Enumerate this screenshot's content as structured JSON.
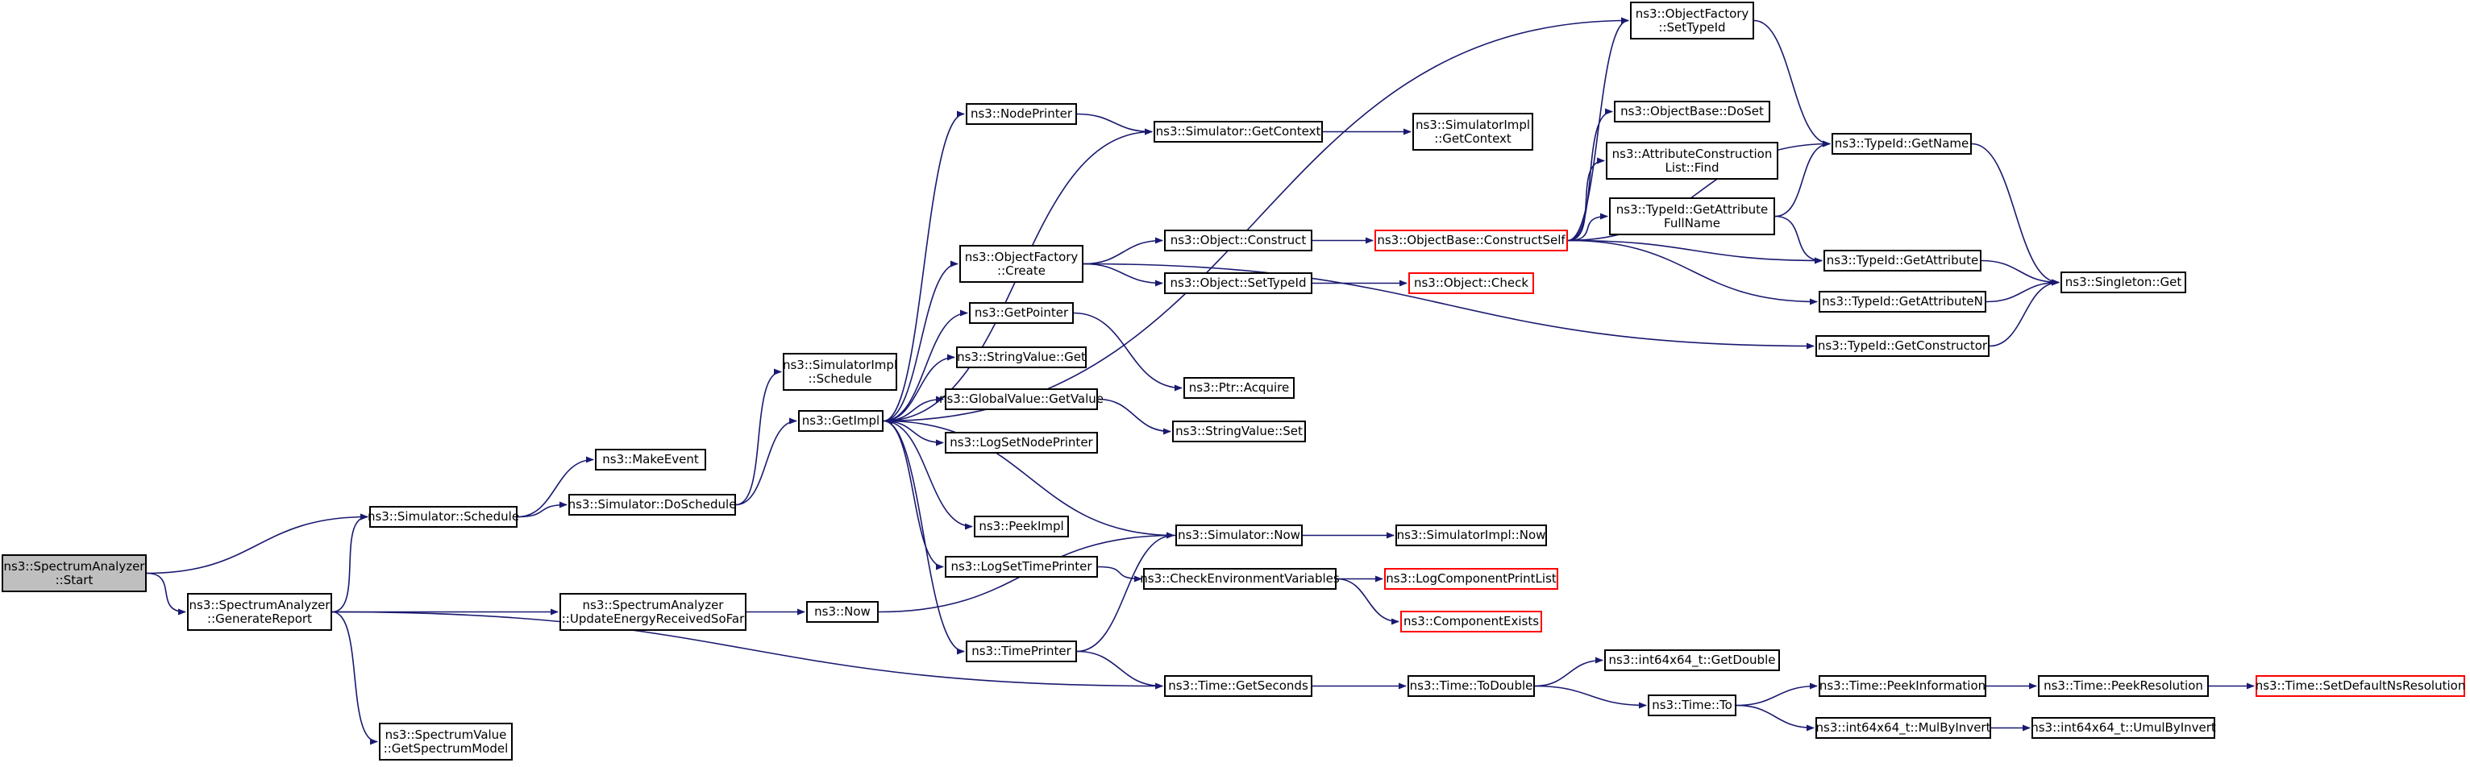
{
  "colors": {
    "edge": "#191970",
    "border": "#000000",
    "truncated_border": "#ff0000",
    "root_fill": "#bfbfbf"
  },
  "nodes": [
    {
      "id": "start",
      "lines": [
        "ns3::SpectrumAnalyzer",
        "::Start"
      ],
      "root": true
    },
    {
      "id": "schedule",
      "lines": [
        "ns3::Simulator::Schedule"
      ]
    },
    {
      "id": "genreport",
      "lines": [
        "ns3::SpectrumAnalyzer",
        "::GenerateReport"
      ]
    },
    {
      "id": "makeevent",
      "lines": [
        "ns3::MakeEvent"
      ]
    },
    {
      "id": "doschedule",
      "lines": [
        "ns3::Simulator::DoSchedule"
      ]
    },
    {
      "id": "updateenergy",
      "lines": [
        "ns3::SpectrumAnalyzer",
        "::UpdateEnergyReceivedSoFar"
      ]
    },
    {
      "id": "getspectrummodel",
      "lines": [
        "ns3::SpectrumValue",
        "::GetSpectrumModel"
      ]
    },
    {
      "id": "implschedule",
      "lines": [
        "ns3::SimulatorImpl",
        "::Schedule"
      ]
    },
    {
      "id": "getimpl",
      "lines": [
        "ns3::GetImpl"
      ]
    },
    {
      "id": "now",
      "lines": [
        "ns3::Now"
      ]
    },
    {
      "id": "nodeprinter",
      "lines": [
        "ns3::NodePrinter"
      ]
    },
    {
      "id": "ofcreate",
      "lines": [
        "ns3::ObjectFactory",
        "::Create"
      ]
    },
    {
      "id": "getpointer",
      "lines": [
        "ns3::GetPointer"
      ]
    },
    {
      "id": "stringvalueget",
      "lines": [
        "ns3::StringValue::Get"
      ]
    },
    {
      "id": "globalvalueget",
      "lines": [
        "ns3::GlobalValue::GetValue"
      ]
    },
    {
      "id": "logsetnodeprinter",
      "lines": [
        "ns3::LogSetNodePrinter"
      ]
    },
    {
      "id": "peekimpl",
      "lines": [
        "ns3::PeekImpl"
      ]
    },
    {
      "id": "logsettimeprinter",
      "lines": [
        "ns3::LogSetTimePrinter"
      ]
    },
    {
      "id": "timeprinter",
      "lines": [
        "ns3::TimePrinter"
      ]
    },
    {
      "id": "getcontext",
      "lines": [
        "ns3::Simulator::GetContext"
      ]
    },
    {
      "id": "objconstruct",
      "lines": [
        "ns3::Object::Construct"
      ]
    },
    {
      "id": "objsettypeid",
      "lines": [
        "ns3::Object::SetTypeId"
      ]
    },
    {
      "id": "ptracquire",
      "lines": [
        "ns3::Ptr::Acquire"
      ]
    },
    {
      "id": "stringvalueset",
      "lines": [
        "ns3::StringValue::Set"
      ]
    },
    {
      "id": "simnow",
      "lines": [
        "ns3::Simulator::Now"
      ]
    },
    {
      "id": "checkenv",
      "lines": [
        "ns3::CheckEnvironmentVariables"
      ]
    },
    {
      "id": "getseconds",
      "lines": [
        "ns3::Time::GetSeconds"
      ]
    },
    {
      "id": "implgetcontext",
      "lines": [
        "ns3::SimulatorImpl",
        "::GetContext"
      ]
    },
    {
      "id": "constructself",
      "lines": [
        "ns3::ObjectBase::ConstructSelf"
      ],
      "truncated": true
    },
    {
      "id": "objcheck",
      "lines": [
        "ns3::Object::Check"
      ],
      "truncated": true
    },
    {
      "id": "implnow",
      "lines": [
        "ns3::SimulatorImpl::Now"
      ]
    },
    {
      "id": "logcomponentprintlist",
      "lines": [
        "ns3::LogComponentPrintList"
      ],
      "truncated": true
    },
    {
      "id": "componentexists",
      "lines": [
        "ns3::ComponentExists"
      ],
      "truncated": true
    },
    {
      "id": "todouble",
      "lines": [
        "ns3::Time::ToDouble"
      ]
    },
    {
      "id": "ofsettypeid",
      "lines": [
        "ns3::ObjectFactory",
        "::SetTypeId"
      ]
    },
    {
      "id": "objectbasedoset",
      "lines": [
        "ns3::ObjectBase::DoSet"
      ]
    },
    {
      "id": "attrconstructionfind",
      "lines": [
        "ns3::AttributeConstruction",
        "List::Find"
      ]
    },
    {
      "id": "getattributefullname",
      "lines": [
        "ns3::TypeId::GetAttribute",
        "FullName"
      ]
    },
    {
      "id": "int64getdouble",
      "lines": [
        "ns3::int64x64_t::GetDouble"
      ]
    },
    {
      "id": "timeto",
      "lines": [
        "ns3::Time::To"
      ]
    },
    {
      "id": "typeidgetname",
      "lines": [
        "ns3::TypeId::GetName"
      ]
    },
    {
      "id": "typeidgetattribute",
      "lines": [
        "ns3::TypeId::GetAttribute"
      ]
    },
    {
      "id": "typeidgetattributen",
      "lines": [
        "ns3::TypeId::GetAttributeN"
      ]
    },
    {
      "id": "typeidgetconstructor",
      "lines": [
        "ns3::TypeId::GetConstructor"
      ]
    },
    {
      "id": "peekinformation",
      "lines": [
        "ns3::Time::PeekInformation"
      ]
    },
    {
      "id": "mulbyinvert",
      "lines": [
        "ns3::int64x64_t::MulByInvert"
      ]
    },
    {
      "id": "singletonget",
      "lines": [
        "ns3::Singleton::Get"
      ]
    },
    {
      "id": "peekresolution",
      "lines": [
        "ns3::Time::PeekResolution"
      ]
    },
    {
      "id": "umulbyinvert",
      "lines": [
        "ns3::int64x64_t::UmulByInvert"
      ]
    },
    {
      "id": "setdefaultnsresolution",
      "lines": [
        "ns3::Time::SetDefaultNsResolution"
      ],
      "truncated": true
    }
  ],
  "edges": [
    [
      "start",
      "schedule"
    ],
    [
      "start",
      "genreport"
    ],
    [
      "genreport",
      "schedule"
    ],
    [
      "genreport",
      "updateenergy"
    ],
    [
      "genreport",
      "getspectrummodel"
    ],
    [
      "genreport",
      "getseconds"
    ],
    [
      "schedule",
      "makeevent"
    ],
    [
      "schedule",
      "doschedule"
    ],
    [
      "doschedule",
      "implschedule"
    ],
    [
      "doschedule",
      "getimpl"
    ],
    [
      "updateenergy",
      "now"
    ],
    [
      "now",
      "simnow"
    ],
    [
      "getimpl",
      "nodeprinter"
    ],
    [
      "getimpl",
      "getcontext"
    ],
    [
      "getimpl",
      "ofsettypeid"
    ],
    [
      "getimpl",
      "ofcreate"
    ],
    [
      "getimpl",
      "getpointer"
    ],
    [
      "getimpl",
      "stringvalueget"
    ],
    [
      "getimpl",
      "globalvalueget"
    ],
    [
      "getimpl",
      "logsetnodeprinter"
    ],
    [
      "getimpl",
      "peekimpl"
    ],
    [
      "getimpl",
      "logsettimeprinter"
    ],
    [
      "getimpl",
      "timeprinter"
    ],
    [
      "simnow",
      "getimpl"
    ],
    [
      "simnow",
      "implnow"
    ],
    [
      "nodeprinter",
      "getcontext"
    ],
    [
      "getcontext",
      "implgetcontext"
    ],
    [
      "ofcreate",
      "objconstruct"
    ],
    [
      "ofcreate",
      "objsettypeid"
    ],
    [
      "ofcreate",
      "typeidgetconstructor"
    ],
    [
      "getpointer",
      "ptracquire"
    ],
    [
      "globalvalueget",
      "stringvalueset"
    ],
    [
      "logsettimeprinter",
      "checkenv"
    ],
    [
      "timeprinter",
      "simnow"
    ],
    [
      "timeprinter",
      "getseconds"
    ],
    [
      "checkenv",
      "logcomponentprintlist"
    ],
    [
      "checkenv",
      "componentexists"
    ],
    [
      "getseconds",
      "todouble"
    ],
    [
      "objconstruct",
      "constructself"
    ],
    [
      "objsettypeid",
      "objcheck"
    ],
    [
      "constructself",
      "ofsettypeid"
    ],
    [
      "constructself",
      "objectbasedoset"
    ],
    [
      "constructself",
      "attrconstructionfind"
    ],
    [
      "constructself",
      "getattributefullname"
    ],
    [
      "constructself",
      "typeidgetname"
    ],
    [
      "constructself",
      "typeidgetattribute"
    ],
    [
      "constructself",
      "typeidgetattributen"
    ],
    [
      "ofsettypeid",
      "typeidgetname"
    ],
    [
      "getattributefullname",
      "typeidgetname"
    ],
    [
      "getattributefullname",
      "typeidgetattribute"
    ],
    [
      "typeidgetname",
      "singletonget"
    ],
    [
      "typeidgetattribute",
      "singletonget"
    ],
    [
      "typeidgetattributen",
      "singletonget"
    ],
    [
      "typeidgetconstructor",
      "singletonget"
    ],
    [
      "todouble",
      "int64getdouble"
    ],
    [
      "todouble",
      "timeto"
    ],
    [
      "timeto",
      "peekinformation"
    ],
    [
      "timeto",
      "mulbyinvert"
    ],
    [
      "peekinformation",
      "peekresolution"
    ],
    [
      "peekresolution",
      "setdefaultnsresolution"
    ],
    [
      "mulbyinvert",
      "umulbyinvert"
    ]
  ]
}
